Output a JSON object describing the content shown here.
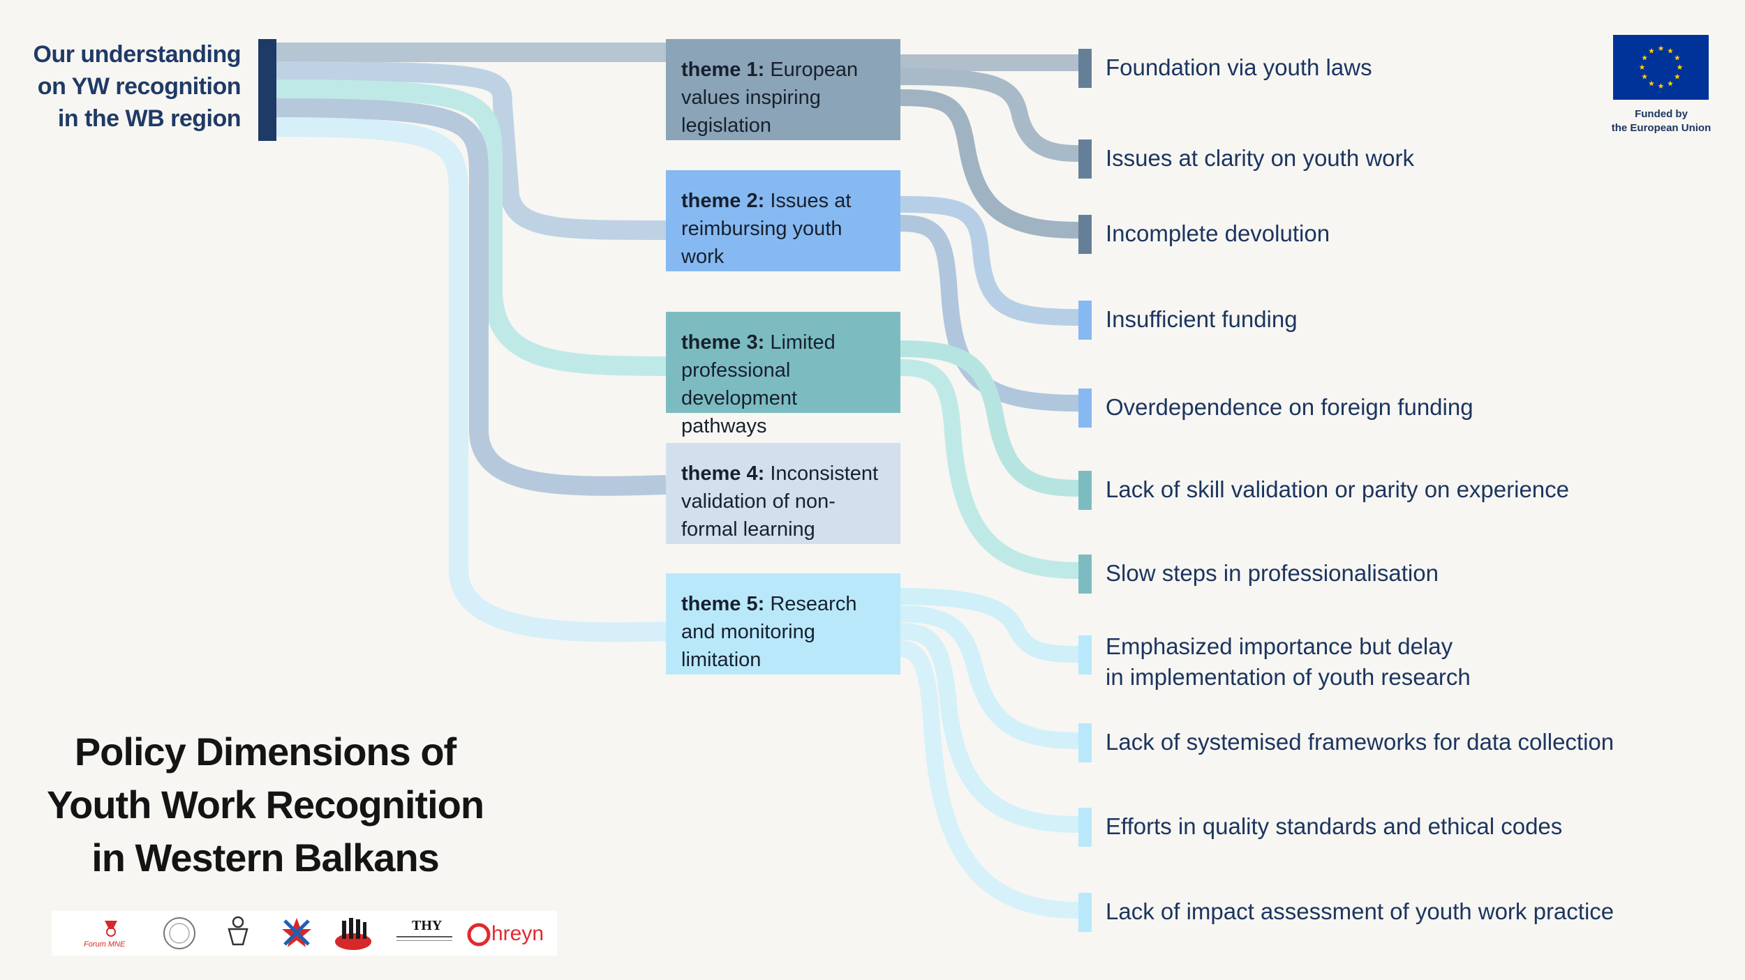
{
  "source": {
    "label": "Our understanding\non YW recognition\nin the WB region"
  },
  "themes": [
    {
      "prefix": "theme 1:",
      "text": "European values inspiring legislation",
      "color": "#8ba4b7"
    },
    {
      "prefix": "theme 2:",
      "text": "Issues at reimbursing youth work",
      "color": "#86b9f1"
    },
    {
      "prefix": "theme 3:",
      "text": "Limited professional development pathways",
      "color": "#7cbcc1"
    },
    {
      "prefix": "theme 4:",
      "text": "Inconsistent validation of non-formal learning",
      "color": "#d2dfed"
    },
    {
      "prefix": "theme 5:",
      "text": "Research and monitoring limitation",
      "color": "#b9e8fa"
    }
  ],
  "issues": [
    {
      "label": "Foundation via youth laws",
      "theme": 1
    },
    {
      "label": "Issues at clarity on youth work",
      "theme": 1
    },
    {
      "label": "Incomplete devolution",
      "theme": 1
    },
    {
      "label": "Insufficient funding",
      "theme": 2
    },
    {
      "label": "Overdependence on foreign funding",
      "theme": 2
    },
    {
      "label": "Lack of skill validation or parity on experience",
      "theme": 3
    },
    {
      "label": "Slow steps in professionalisation",
      "theme": 3
    },
    {
      "label": "Emphasized importance but delay\nin implementation of youth research",
      "theme": 5
    },
    {
      "label": "Lack of systemised frameworks for data collection",
      "theme": 5
    },
    {
      "label": "Efforts in quality standards and ethical codes",
      "theme": 5
    },
    {
      "label": "Lack of impact assessment of youth work practice",
      "theme": 5
    }
  ],
  "issue_bar_colors": {
    "1": "#667f98",
    "2": "#86b9f1",
    "3": "#7cbcc1",
    "5": "#b9e8fa"
  },
  "title": "Policy Dimensions of\nYouth Work Recognition\nin Western Balkans",
  "eu": {
    "caption": "Funded by\nthe European Union"
  },
  "partner_logos": [
    {
      "name": "forum-mne-logo",
      "text": "Forum MNE"
    },
    {
      "name": "stadium-logo",
      "text": ""
    },
    {
      "name": "figure-logo",
      "text": ""
    },
    {
      "name": "star-network-logo",
      "text": ""
    },
    {
      "name": "people-circle-logo",
      "text": ""
    },
    {
      "name": "thy-logo",
      "text": "THY"
    },
    {
      "name": "hreyn-logo",
      "text": "hreyn"
    }
  ],
  "colors": {
    "background": "#f7f6f2",
    "navy": "#1e3a66",
    "eu_blue": "#003399",
    "eu_star": "#ffcc00"
  }
}
